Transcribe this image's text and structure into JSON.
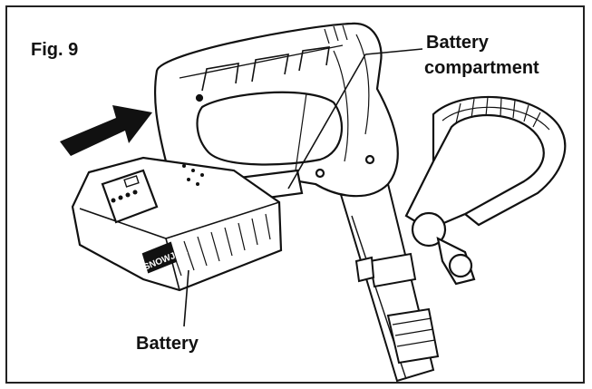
{
  "figure": {
    "label": "Fig. 9"
  },
  "callouts": {
    "compartment_line1": "Battery",
    "compartment_line2": "compartment",
    "battery": "Battery"
  },
  "battery_brand": "SNOWJOE",
  "colors": {
    "ink": "#111111",
    "background": "#ffffff"
  },
  "icons": {
    "insert_arrow": "arrow-right-icon"
  }
}
